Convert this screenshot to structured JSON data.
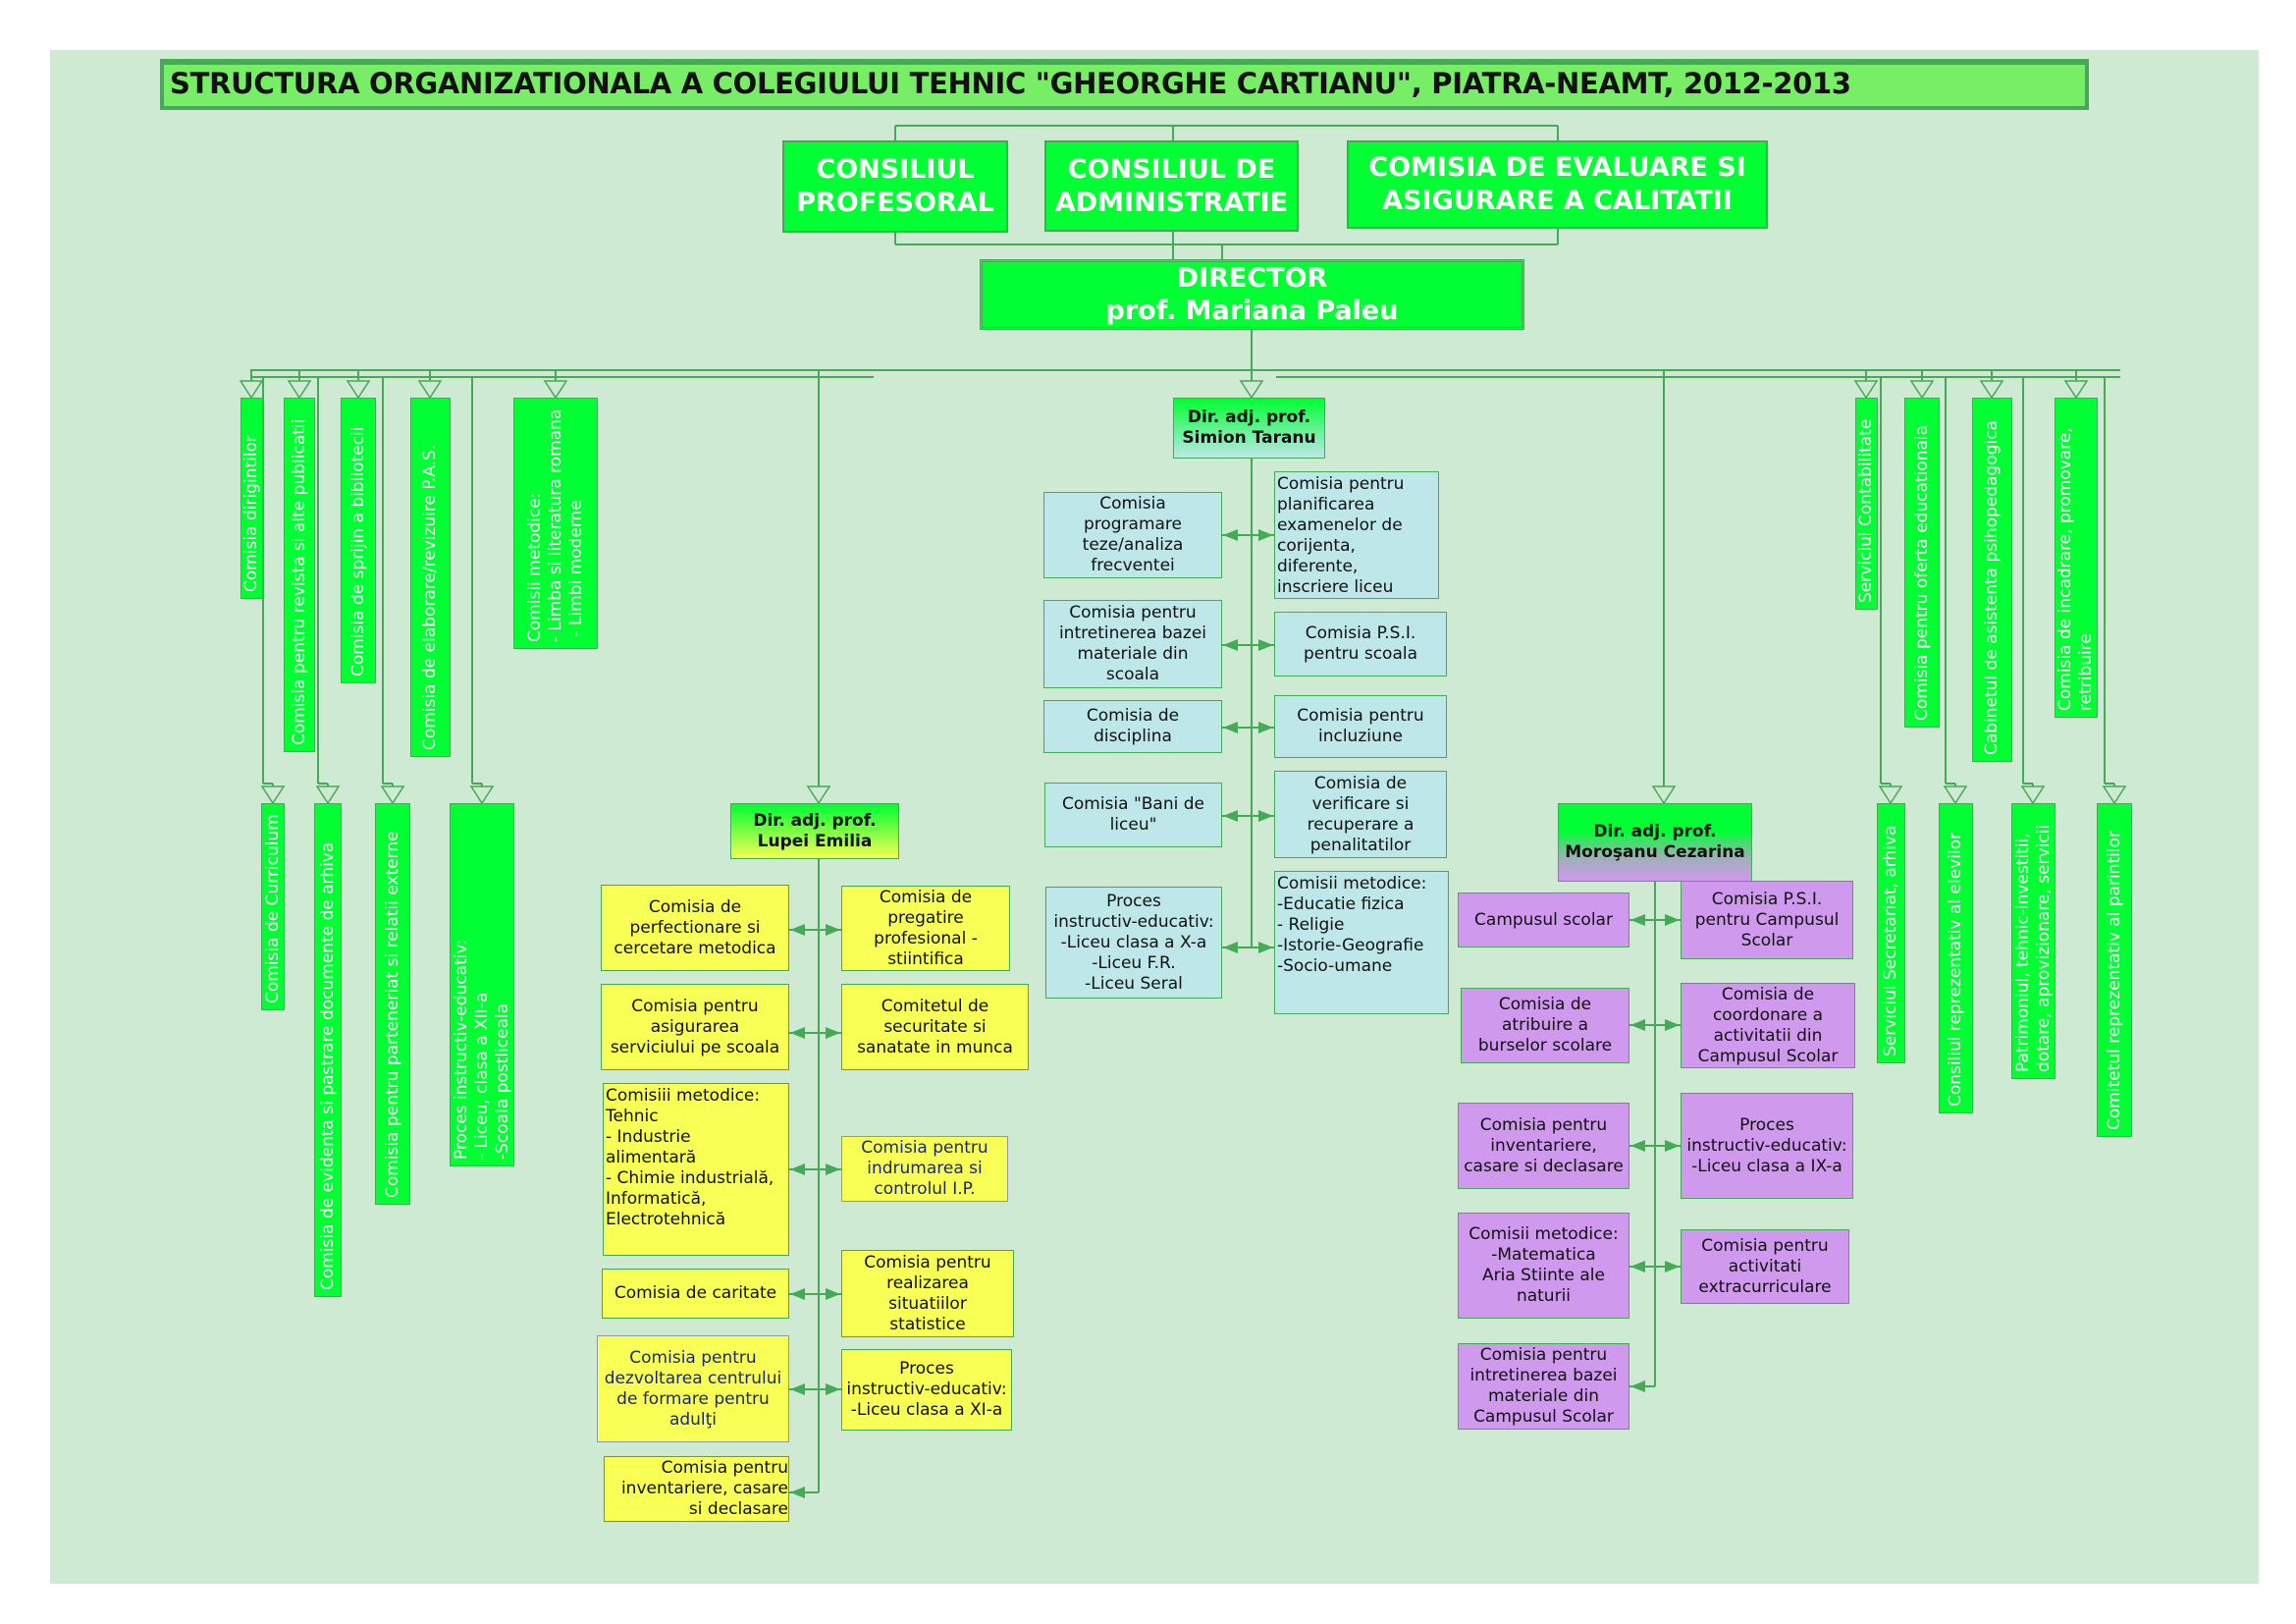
{
  "title": "STRUCTURA ORGANIZATIONALA  A  COLEGIULUI TEHNIC \"GHEORGHE CARTIANU\", PIATRA-NEAMT, 2012-2013",
  "councils": [
    {
      "label": "CONSILIUL\nPROFESORAL"
    },
    {
      "label": "CONSILIUL DE\nADMINISTRATIE"
    },
    {
      "label": "COMISIA DE EVALUARE SI\nASIGURARE A CALITATII"
    }
  ],
  "director": {
    "role": "DIRECTOR",
    "name": "prof. Mariana Paleu"
  },
  "left_committees_top": [
    {
      "label": "Comisia dirigintilor"
    },
    {
      "label": "Comisia pentru revista si alte publicatii"
    },
    {
      "label": "Comisia de sprijin a bibliotecii"
    },
    {
      "label": "Comisia de elaborare/revizuire P.A.S."
    },
    {
      "label": "Comisii metodice:\n- Limba si literatura romana\n - Limbi moderne"
    }
  ],
  "left_committees_bottom": [
    {
      "label": "Comisia de Curriculum"
    },
    {
      "label": "Comisia de evidenta si pastrare documente de arhiva"
    },
    {
      "label": "Comisia pentru parteneriat si relatii externe"
    },
    {
      "label": "Proces instructiv-educativ:\n- Liceu, clasa a XII-a\n-Scoala postliceala"
    }
  ],
  "right_committees_top": [
    {
      "label": "Serviciul Contabilitate"
    },
    {
      "label": "Comisia pentru oferta educationala"
    },
    {
      "label": "Cabinetul de asistenta psihopedagogica"
    },
    {
      "label": "Comisia de incadrare, promovare,\nretribuire"
    }
  ],
  "right_committees_bottom": [
    {
      "label": "Serviciul Secretariat, arhiva"
    },
    {
      "label": "Consiliul reprezentativ al elevilor"
    },
    {
      "label": "Patrimoniul, tehnic-investitii,\ndotare, aprovizionare, servicii"
    },
    {
      "label": "Comitetul reprezentativ al parintilor"
    }
  ],
  "deputy_taranu": {
    "title": "Dir. adj. prof.",
    "name": "Simion Taranu",
    "left": [
      {
        "label": "Comisia\nprogramare\nteze/analiza\nfrecventei"
      },
      {
        "label": "Comisia pentru\nintretinerea bazei\nmateriale din\nscoala"
      },
      {
        "label": "Comisia de\ndisciplina"
      },
      {
        "label": "Comisia \"Bani de\nliceu\""
      },
      {
        "label": "Proces\ninstructiv-educativ:\n-Liceu clasa a X-a\n-Liceu F.R.\n-Liceu Seral"
      }
    ],
    "right": [
      {
        "label": "Comisia pentru\nplanificarea\nexamenelor de\ncorijenta,\ndiferente,\ninscriere liceu"
      },
      {
        "label": "Comisia P.S.I.\npentru scoala"
      },
      {
        "label": "Comisia pentru\nincluziune"
      },
      {
        "label": "Comisia de\nverificare si\nrecuperare a\npenalitatilor"
      },
      {
        "label": "Comisii metodice:\n-Educatie fizica\n-  Religie\n-Istorie-Geografie\n-Socio-umane"
      }
    ]
  },
  "deputy_lupei": {
    "title": "Dir. adj. prof.",
    "name": "Lupei Emilia",
    "left": [
      {
        "label": "Comisia de\nperfectionare si\ncercetare metodica"
      },
      {
        "label": "Comisia pentru\nasigurarea\nserviciului pe scoala"
      },
      {
        "label": "Comisiii metodice:\nTehnic\n- Industrie\nalimentară\n- Chimie industrială,\nInformatică,\nElectrotehnică"
      },
      {
        "label": "Comisia de caritate"
      },
      {
        "label": "Comisia pentru\ndezvoltarea centrului\nde formare pentru\nadulţi"
      },
      {
        "label": "Comisia pentru\ninventariere, casare\nsi declasare"
      }
    ],
    "right": [
      {
        "label": "Comisia de\npregatire\nprofesional -\nstiintifica"
      },
      {
        "label": "Comitetul de\nsecuritate si\nsanatate in munca"
      },
      {
        "label": "Comisia pentru\nindrumarea si\ncontrolul I.P."
      },
      {
        "label": "Comisia pentru\nrealizarea\nsituatiilor\nstatistice"
      },
      {
        "label": "Proces\ninstructiv-educativ:\n-Liceu clasa a XI-a"
      }
    ]
  },
  "deputy_morosanu": {
    "title": "Dir. adj. prof.",
    "name": "Moroşanu Cezarina",
    "left": [
      {
        "label": "Campusul scolar"
      },
      {
        "label": "Comisia de\natribuire a\nburselor scolare"
      },
      {
        "label": "Comisia pentru\ninventariere,\ncasare si declasare"
      },
      {
        "label": "Comisii metodice:\n-Matematica\nAria Stiinte ale\nnaturii"
      },
      {
        "label": "Comisia pentru\nintretinerea bazei\nmateriale din\nCampusul Scolar"
      }
    ],
    "right": [
      {
        "label": "Comisia P.S.I.\npentru Campusul\nScolar"
      },
      {
        "label": "Comisia de\ncoordonare a\nactivitatii din\nCampusul Scolar"
      },
      {
        "label": "Proces\ninstructiv-educativ:\n-Liceu clasa a IX-a"
      },
      {
        "label": "Comisia pentru\nactivitati\nextracurriculare"
      }
    ]
  },
  "colors": {
    "background": "#cfead2",
    "title_fill": "#77ee66",
    "node_green": "#00ff33",
    "line": "#44aa55",
    "blue": "#bde7e8",
    "yellow": "#f8ff55",
    "purple": "#cf99ee"
  }
}
